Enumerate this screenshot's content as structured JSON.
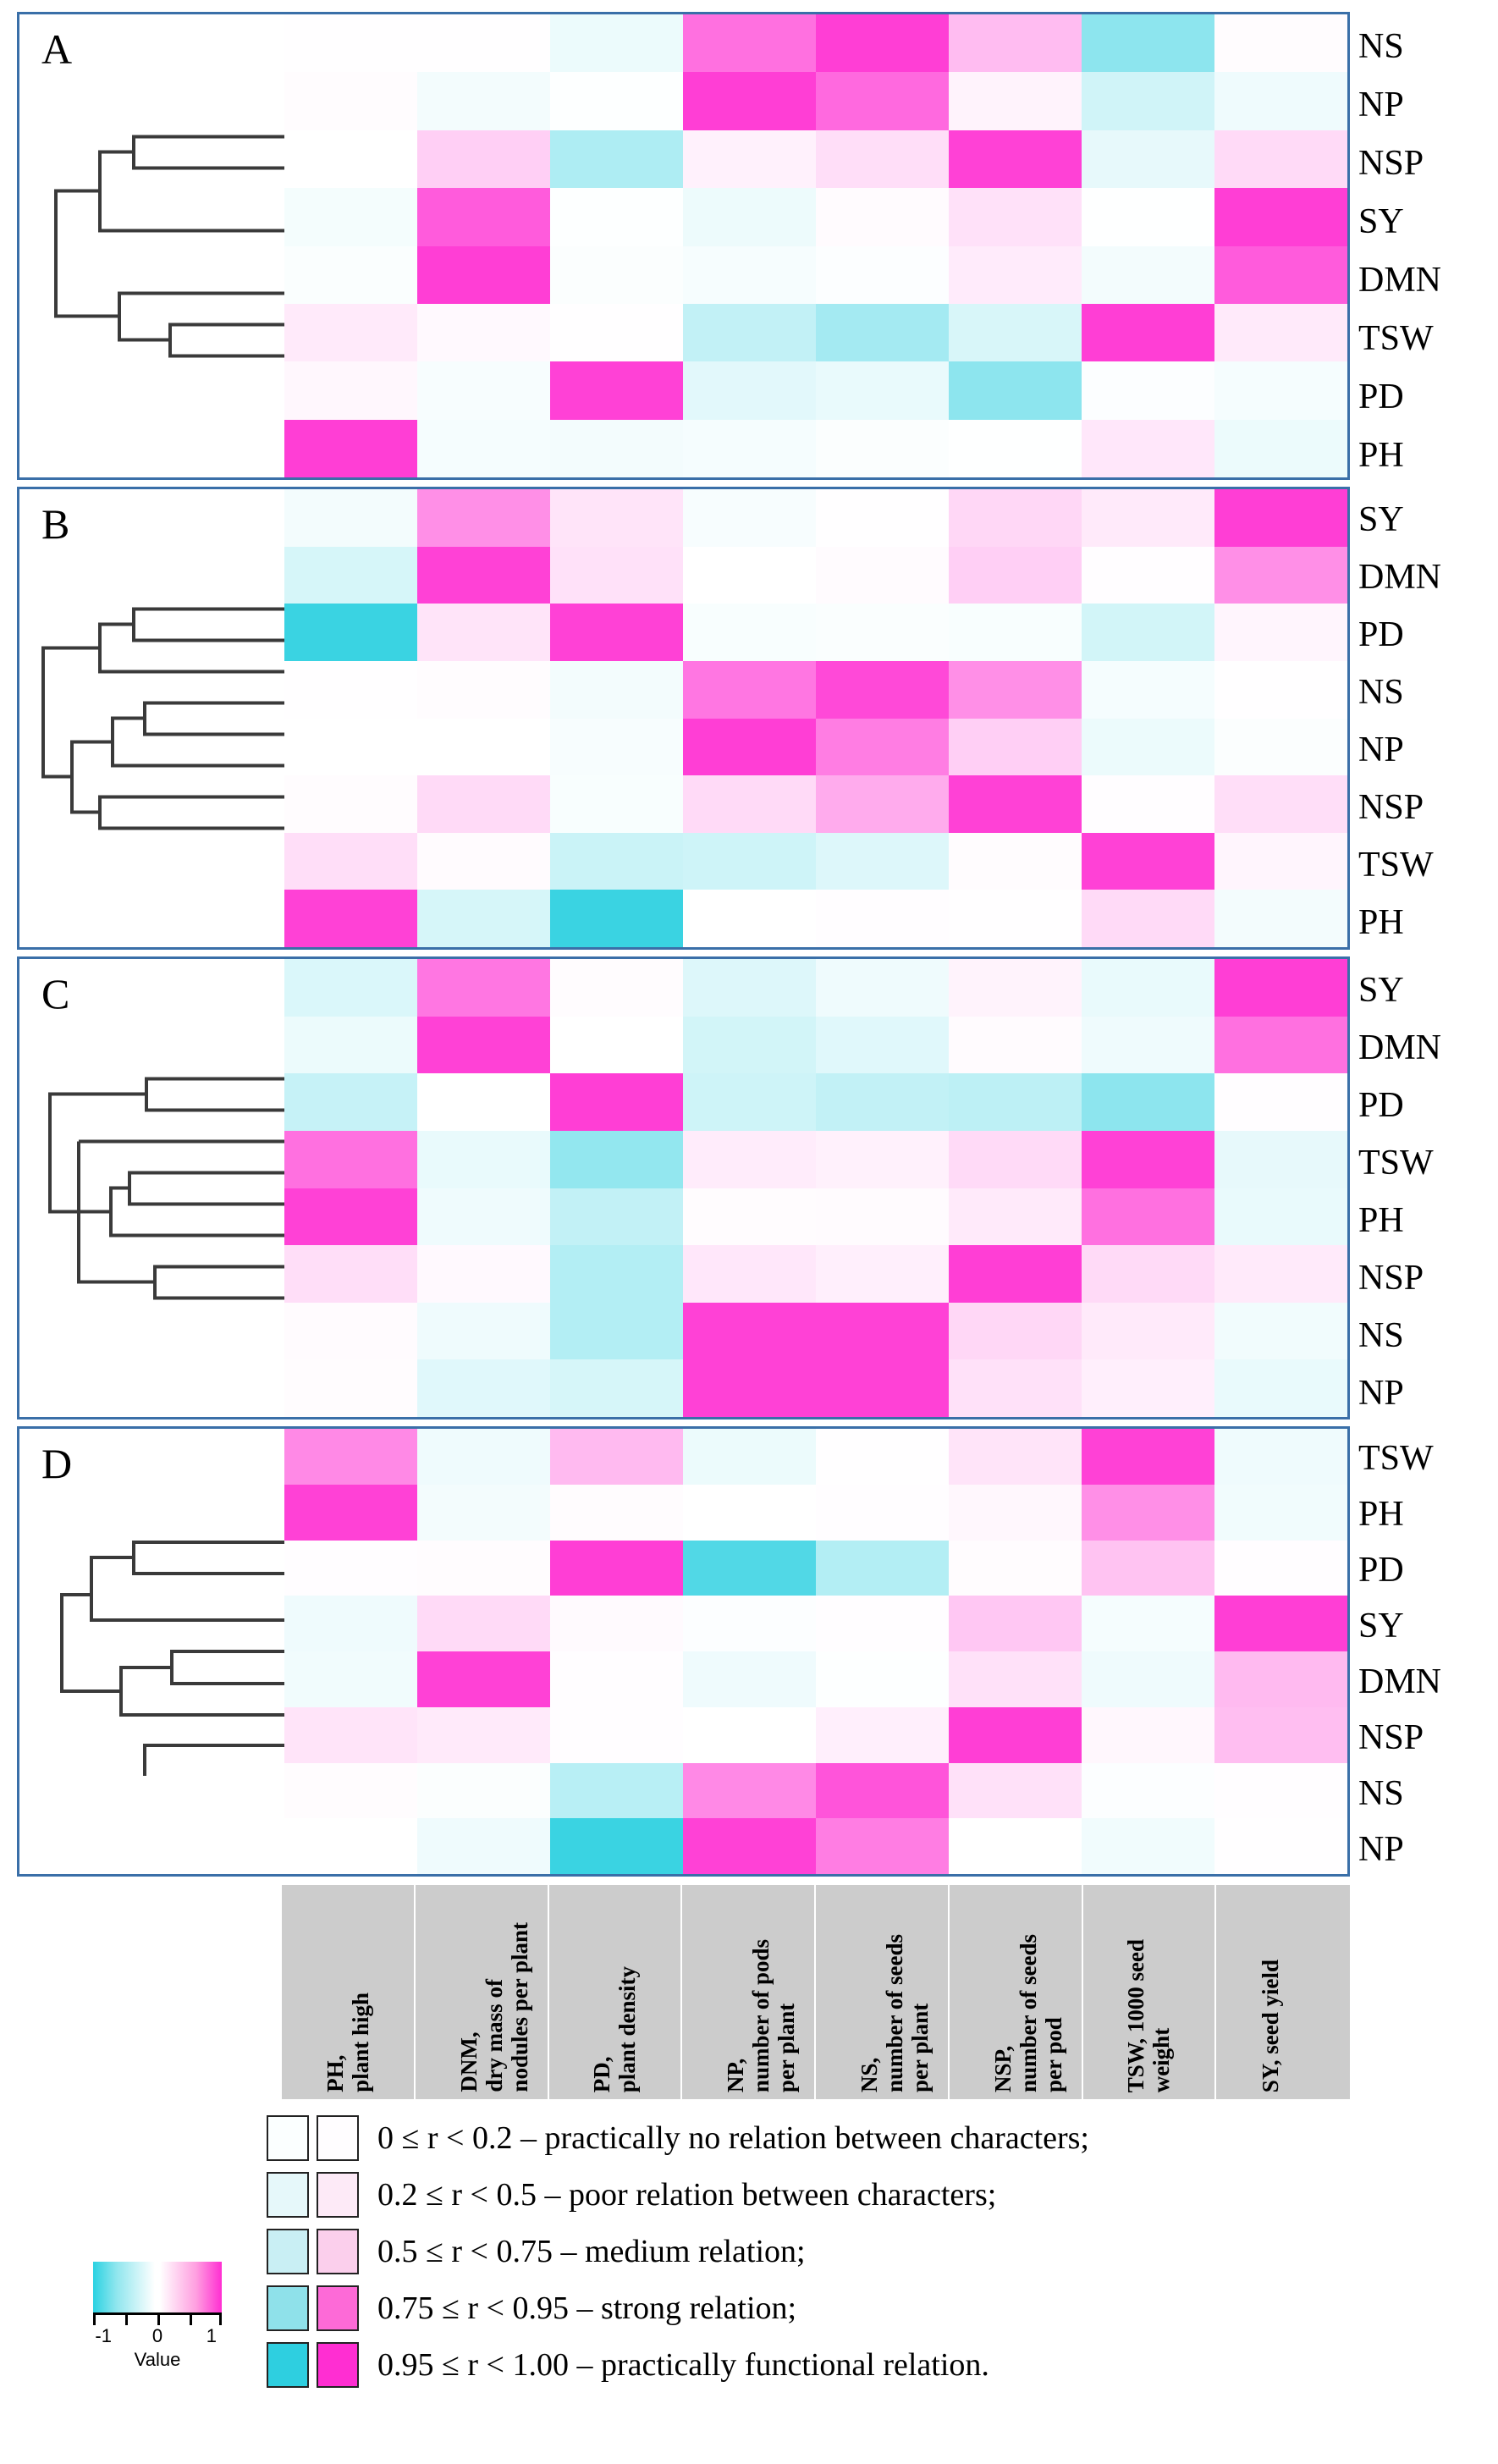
{
  "figure": {
    "panel_letters": [
      "A",
      "B",
      "C",
      "D"
    ],
    "colorbar": {
      "title": "Value",
      "ticks": [
        "-1",
        "0",
        "1"
      ],
      "low_color": "#2ad2e2",
      "mid_color": "#ffffff",
      "high_color": "#ff2ed2"
    },
    "legend": [
      {
        "cool": "#fbffff",
        "warm": "#fffdff",
        "text": "0 ≤ r < 0.2 – practically no relation between characters;"
      },
      {
        "cool": "#e6f8fa",
        "warm": "#fdeaf7",
        "text": "0.2 ≤ r < 0.5 – poor relation between characters;"
      },
      {
        "cool": "#c9eff4",
        "warm": "#fbcfec",
        "text": "0.5 ≤ r < 0.75 – medium relation;"
      },
      {
        "cool": "#8fe1ea",
        "warm": "#fd6ad7",
        "text": "0.75 ≤ r < 0.95 – strong relation;"
      },
      {
        "cool": "#2ecfe0",
        "warm": "#ff2ed2",
        "text": "0.95 ≤ r < 1.00 – practically functional relation."
      }
    ],
    "column_headers": [
      "PH,\nplant high",
      "DNM,\ndry mass of\nnodules per plant",
      "PD,\nplant density",
      "NP,\nnumber of pods\nper plant",
      "NS,\nnumber of seeds\nper plant",
      "NSP,\nnumber of seeds\nper pod",
      "TSW, 1000 seed\nweight",
      "SY, seed yield"
    ]
  },
  "chart_data": {
    "type": "heatmap",
    "title": "",
    "xlabel": "",
    "ylabel": "",
    "value_range": [
      -1,
      1
    ],
    "columns": [
      "PH",
      "DNM",
      "PD",
      "NP",
      "NS",
      "NSP",
      "TSW",
      "SY"
    ],
    "panels": [
      {
        "letter": "A",
        "rows": [
          "NS",
          "NP",
          "NSP",
          "SY",
          "DMN",
          "TSW",
          "PD",
          "PH"
        ],
        "values": [
          [
            0.07,
            0.05,
            -0.28,
            0.82,
            0.96,
            0.55,
            -0.72,
            0.1
          ],
          [
            0.11,
            -0.22,
            -0.08,
            0.96,
            0.84,
            0.22,
            -0.45,
            -0.26
          ],
          [
            0.04,
            0.46,
            -0.6,
            0.24,
            0.38,
            0.95,
            -0.32,
            0.4
          ],
          [
            -0.21,
            0.88,
            -0.09,
            -0.27,
            0.12,
            0.36,
            -0.05,
            0.96
          ],
          [
            -0.14,
            0.96,
            -0.12,
            -0.19,
            -0.1,
            0.29,
            -0.22,
            0.88
          ],
          [
            0.3,
            0.16,
            0.06,
            -0.52,
            -0.64,
            -0.41,
            0.96,
            0.3
          ],
          [
            0.18,
            -0.18,
            0.95,
            -0.35,
            -0.3,
            -0.72,
            -0.1,
            -0.2
          ],
          [
            0.96,
            -0.2,
            -0.22,
            -0.2,
            -0.12,
            -0.06,
            0.32,
            -0.28
          ]
        ]
      },
      {
        "letter": "B",
        "rows": [
          "SY",
          "DMN",
          "PD",
          "NS",
          "NP",
          "NSP",
          "TSW",
          "PH"
        ],
        "values": [
          [
            -0.22,
            0.72,
            0.34,
            -0.18,
            0.06,
            0.42,
            0.3,
            0.96
          ],
          [
            -0.42,
            0.95,
            0.36,
            0.02,
            0.12,
            0.46,
            0.08,
            0.72
          ],
          [
            -0.96,
            0.34,
            0.95,
            -0.16,
            -0.14,
            -0.16,
            -0.44,
            0.2
          ],
          [
            0.05,
            0.1,
            -0.22,
            0.8,
            0.93,
            0.72,
            -0.2,
            0.06
          ],
          [
            0.02,
            0.02,
            -0.18,
            0.96,
            0.78,
            0.46,
            -0.28,
            -0.12
          ],
          [
            0.1,
            0.4,
            -0.16,
            0.4,
            0.62,
            0.95,
            0.08,
            0.38
          ],
          [
            0.38,
            0.12,
            -0.48,
            -0.46,
            -0.38,
            0.1,
            0.95,
            0.2
          ],
          [
            0.95,
            -0.42,
            -0.96,
            -0.02,
            0.08,
            0.06,
            0.4,
            -0.22
          ]
        ]
      },
      {
        "letter": "C",
        "rows": [
          "SY",
          "DMN",
          "PD",
          "TSW",
          "PH",
          "NSP",
          "NS",
          "NP"
        ],
        "values": [
          [
            -0.4,
            0.8,
            0.1,
            -0.38,
            -0.26,
            0.22,
            -0.3,
            0.96
          ],
          [
            -0.28,
            0.95,
            0.04,
            -0.44,
            -0.36,
            0.12,
            -0.26,
            0.82
          ],
          [
            -0.5,
            0.02,
            0.96,
            -0.46,
            -0.52,
            -0.54,
            -0.72,
            0.08
          ],
          [
            0.82,
            -0.3,
            -0.7,
            0.28,
            0.24,
            0.4,
            0.95,
            -0.32
          ],
          [
            0.95,
            -0.26,
            -0.52,
            0.1,
            0.12,
            0.3,
            0.82,
            -0.3
          ],
          [
            0.38,
            0.16,
            -0.58,
            0.32,
            0.26,
            0.96,
            0.4,
            0.3
          ],
          [
            0.12,
            -0.26,
            -0.58,
            0.95,
            0.95,
            0.42,
            0.3,
            -0.24
          ],
          [
            0.1,
            -0.36,
            -0.42,
            0.95,
            0.95,
            0.36,
            0.26,
            -0.3
          ]
        ]
      },
      {
        "letter": "D",
        "rows": [
          "TSW",
          "PH",
          "PD",
          "SY",
          "DMN",
          "NSP",
          "NS",
          "NP"
        ],
        "values": [
          [
            0.74,
            -0.26,
            0.56,
            -0.28,
            0.06,
            0.34,
            0.95,
            -0.26
          ],
          [
            0.95,
            -0.22,
            0.1,
            0.04,
            0.08,
            0.18,
            0.72,
            -0.24
          ],
          [
            0.08,
            0.1,
            0.96,
            -0.9,
            -0.58,
            0.1,
            0.52,
            0.08
          ],
          [
            -0.26,
            0.4,
            0.14,
            -0.1,
            0.08,
            0.5,
            -0.2,
            0.96
          ],
          [
            -0.24,
            0.95,
            0.08,
            -0.26,
            -0.08,
            0.36,
            -0.26,
            0.56
          ],
          [
            0.34,
            0.3,
            0.08,
            0.02,
            0.26,
            0.96,
            0.18,
            0.54
          ],
          [
            0.1,
            -0.12,
            -0.56,
            0.74,
            0.9,
            0.36,
            -0.1,
            0.08
          ],
          [
            0.04,
            -0.26,
            -0.96,
            0.95,
            0.78,
            -0.02,
            -0.24,
            0.06
          ]
        ]
      }
    ]
  }
}
